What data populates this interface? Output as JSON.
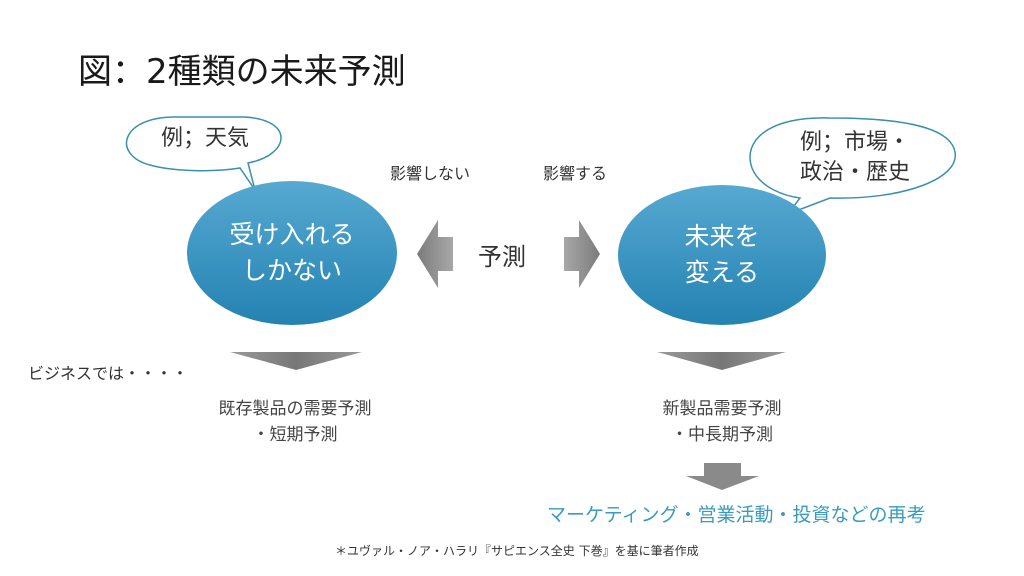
{
  "title": "図：2種類の未来予測",
  "left": {
    "bubble": "例；天気",
    "ellipse": "受け入れる\nしかない",
    "influence_label": "影響しない",
    "result": "既存製品の需要予測\n・短期予測"
  },
  "right": {
    "bubble": "例；市場・\n政治・歴史",
    "ellipse": "未来を\n変える",
    "influence_label": "影響する",
    "result": "新製品需要予測\n・中長期予測",
    "action": "マーケティング・営業活動・投資などの再考"
  },
  "center_label": "予測",
  "business_label": "ビジネスでは・・・・",
  "footnote": "＊ユヴァル・ノア・ハラリ『サピエンス全史 下巻』を基に筆者作成",
  "colors": {
    "ellipse_top": "#4aa3cf",
    "ellipse_bottom": "#2a86b5",
    "bubble_stroke": "#3a8fae",
    "arrow_gray": "#8a8a8a",
    "action_text": "#3a9bbf"
  }
}
